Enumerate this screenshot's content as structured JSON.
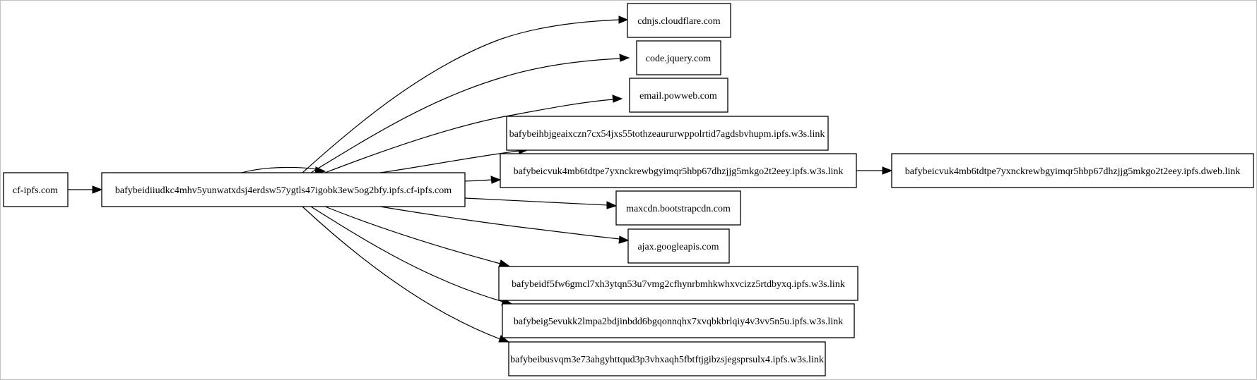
{
  "graph": {
    "nodes": [
      {
        "id": "n0",
        "label": "cf-ipfs.com"
      },
      {
        "id": "n1",
        "label": "bafybeidiiudkc4mhv5yunwatxdsj4erdsw57ygtls47igobk3ew5og2bfy.ipfs.cf-ipfs.com"
      },
      {
        "id": "n2",
        "label": "cdnjs.cloudflare.com"
      },
      {
        "id": "n3",
        "label": "code.jquery.com"
      },
      {
        "id": "n4",
        "label": "email.powweb.com"
      },
      {
        "id": "n5",
        "label": "bafybeihbjgeaixczn7cx54jxs55tothzeaururwppolrtid7agdsbvhupm.ipfs.w3s.link"
      },
      {
        "id": "n6",
        "label": "bafybeicvuk4mb6tdtpe7yxnckrewbgyimqr5hbp67dhzjjg5mkgo2t2eey.ipfs.w3s.link"
      },
      {
        "id": "n7",
        "label": "bafybeicvuk4mb6tdtpe7yxnckrewbgyimqr5hbp67dhzjjg5mkgo2t2eey.ipfs.dweb.link"
      },
      {
        "id": "n8",
        "label": "maxcdn.bootstrapcdn.com"
      },
      {
        "id": "n9",
        "label": "ajax.googleapis.com"
      },
      {
        "id": "n10",
        "label": "bafybeidf5fw6gmcl7xh3ytqn53u7vmg2cfhynrbmhkwhxvcizz5rtdbyxq.ipfs.w3s.link"
      },
      {
        "id": "n11",
        "label": "bafybeig5evukk2lmpa2bdjinbdd6bgqonnqhx7xvqbkbrlqiy4v3vv5n5u.ipfs.w3s.link"
      },
      {
        "id": "n12",
        "label": "bafybeibusvqm3e73ahgyhttqud3p3vhxaqh5fbtftjgibzsjegsprsulx4.ipfs.w3s.link"
      }
    ],
    "edges": [
      {
        "from": "n0",
        "to": "n1"
      },
      {
        "from": "n1",
        "to": "n1"
      },
      {
        "from": "n1",
        "to": "n2"
      },
      {
        "from": "n1",
        "to": "n3"
      },
      {
        "from": "n1",
        "to": "n4"
      },
      {
        "from": "n1",
        "to": "n5"
      },
      {
        "from": "n1",
        "to": "n6"
      },
      {
        "from": "n1",
        "to": "n8"
      },
      {
        "from": "n1",
        "to": "n9"
      },
      {
        "from": "n1",
        "to": "n10"
      },
      {
        "from": "n1",
        "to": "n11"
      },
      {
        "from": "n1",
        "to": "n12"
      },
      {
        "from": "n6",
        "to": "n7"
      }
    ]
  }
}
